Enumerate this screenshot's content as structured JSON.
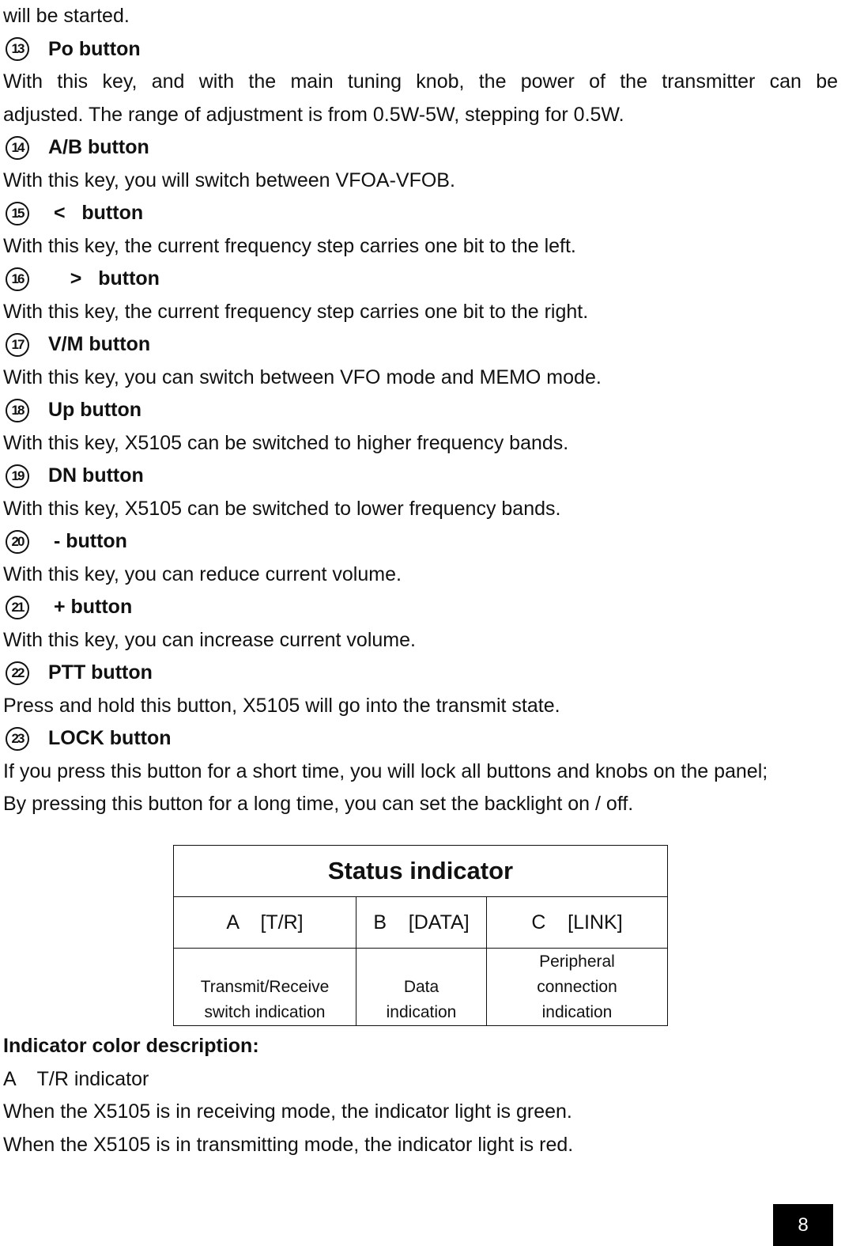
{
  "intro_line": "will be started.",
  "items": [
    {
      "num": "13",
      "label": "Po button",
      "desc": [
        "With this key, and with the main tuning knob, the power of the transmitter can be",
        "adjusted. The range of adjustment is from 0.5W-5W, stepping for 0.5W."
      ]
    },
    {
      "num": "14",
      "label": "A/B button",
      "desc": [
        "With this key, you will switch between VFOA-VFOB."
      ]
    },
    {
      "num": "15",
      "label": " <   button",
      "desc": [
        "With this key, the current frequency step carries one bit to the left."
      ]
    },
    {
      "num": "16",
      "label": "    >   button",
      "desc": [
        "With this key, the current frequency step carries one bit to the right."
      ]
    },
    {
      "num": "17",
      "label": "V/M button",
      "desc": [
        "With this key, you can switch between VFO mode and MEMO mode."
      ]
    },
    {
      "num": "18",
      "label": "Up button",
      "desc": [
        "With this key, X5105 can be switched to higher frequency bands."
      ]
    },
    {
      "num": "19",
      "label": "DN button",
      "desc": [
        "With this key, X5105 can be switched to lower frequency bands."
      ]
    },
    {
      "num": "20",
      "label": " - button",
      "desc": [
        "With this key, you can reduce current volume."
      ]
    },
    {
      "num": "21",
      "label": " + button",
      "desc": [
        "With this key, you can increase current volume."
      ]
    },
    {
      "num": "22",
      "label": "PTT button",
      "desc": [
        "Press and hold this button, X5105 will go into the transmit state."
      ]
    },
    {
      "num": "23",
      "label": "LOCK button",
      "desc": [
        "If you press this button for a short time, you will lock all buttons and knobs on the panel;",
        "By pressing this button for a long time, you can set the backlight on / off."
      ]
    }
  ],
  "status_table": {
    "title": "Status indicator",
    "headers": [
      "A    [T/R]",
      "B    [DATA]",
      "C    [LINK]"
    ],
    "descriptions": [
      [
        "Transmit/Receive",
        "switch indication"
      ],
      [
        "Data",
        "indication"
      ],
      [
        "Peripheral",
        "connection",
        "indication"
      ]
    ]
  },
  "indicator_section": {
    "heading": "Indicator color description:",
    "subheading": "A    T/R indicator",
    "lines": [
      "When the X5105 is in receiving mode, the indicator light is green.",
      "When the X5105 is in transmitting mode, the indicator light is red."
    ]
  },
  "page_number": "8"
}
